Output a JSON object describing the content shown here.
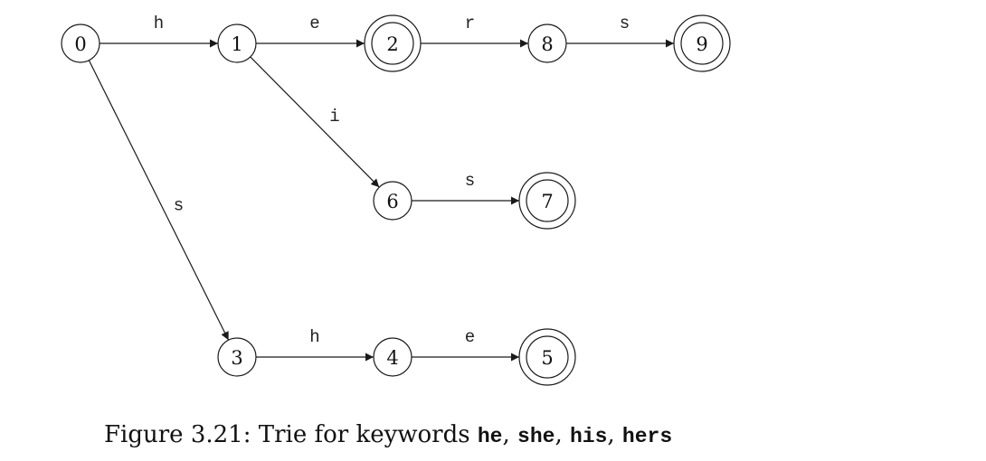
{
  "diagram": {
    "states": [
      {
        "id": "0",
        "accepting": false
      },
      {
        "id": "1",
        "accepting": false
      },
      {
        "id": "2",
        "accepting": true
      },
      {
        "id": "8",
        "accepting": false
      },
      {
        "id": "9",
        "accepting": true
      },
      {
        "id": "6",
        "accepting": false
      },
      {
        "id": "7",
        "accepting": true
      },
      {
        "id": "3",
        "accepting": false
      },
      {
        "id": "4",
        "accepting": false
      },
      {
        "id": "5",
        "accepting": true
      }
    ],
    "edges": [
      {
        "from": "0",
        "to": "1",
        "label": "h"
      },
      {
        "from": "1",
        "to": "2",
        "label": "e"
      },
      {
        "from": "2",
        "to": "8",
        "label": "r"
      },
      {
        "from": "8",
        "to": "9",
        "label": "s"
      },
      {
        "from": "1",
        "to": "6",
        "label": "i"
      },
      {
        "from": "6",
        "to": "7",
        "label": "s"
      },
      {
        "from": "0",
        "to": "3",
        "label": "s"
      },
      {
        "from": "3",
        "to": "4",
        "label": "h"
      },
      {
        "from": "4",
        "to": "5",
        "label": "e"
      }
    ]
  },
  "caption": {
    "prefix": "Figure 3.21:  Trie for keywords ",
    "keywords": [
      "he",
      "she",
      "his",
      "hers"
    ],
    "separator": ", "
  }
}
